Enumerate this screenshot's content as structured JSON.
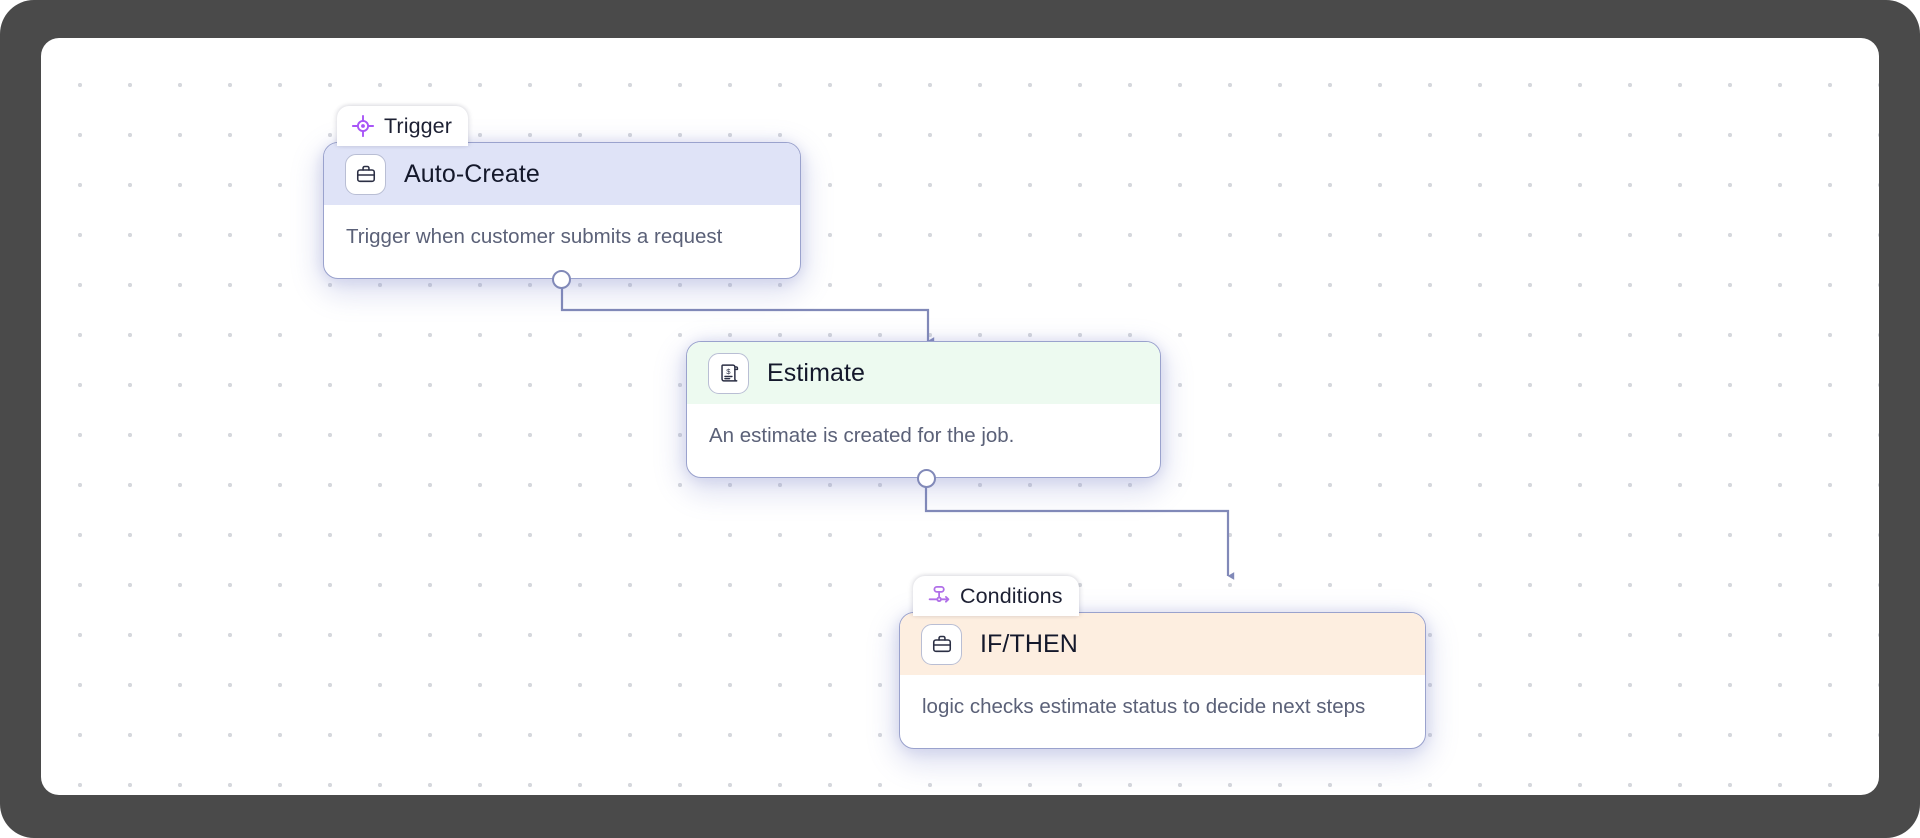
{
  "canvas": {
    "background_color": "#ffffff",
    "frame_color": "#4a4a4a",
    "grid_dot_color": "#d6d8dd"
  },
  "connector": {
    "line_color": "#8189b8",
    "port_fill": "#ffffff",
    "port_border": "#8189b8"
  },
  "nodes": [
    {
      "id": "auto-create",
      "tab_label": "Trigger",
      "tab_icon": "target-crosshair-icon",
      "tab_icon_color": "#a855f7",
      "title": "Auto-Create",
      "icon": "briefcase-icon",
      "description": "Trigger when customer submits a request",
      "header_color": "#dfe3f7"
    },
    {
      "id": "estimate",
      "tab_label": "",
      "tab_icon": "",
      "title": "Estimate",
      "icon": "receipt-invoice-icon",
      "description": "An estimate is created for the job.",
      "header_color": "#edfaf0"
    },
    {
      "id": "if-then",
      "tab_label": "Conditions",
      "tab_icon": "branch-workflow-icon",
      "tab_icon_color": "#b06fe8",
      "title": "IF/THEN",
      "icon": "briefcase-icon",
      "description": "logic checks estimate status to decide next steps",
      "header_color": "#fdeee0"
    }
  ]
}
